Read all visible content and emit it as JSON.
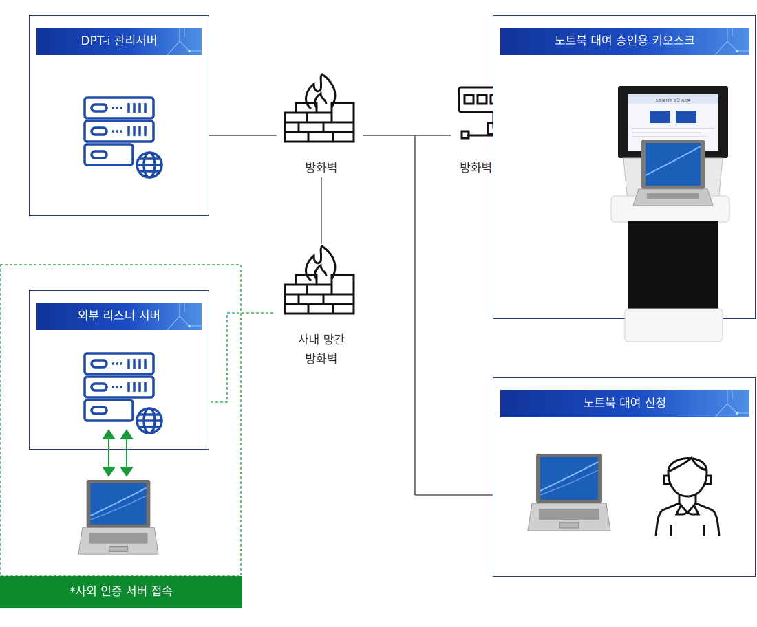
{
  "panels": {
    "management_server": {
      "title": "DPT-i 관리서버"
    },
    "kiosk": {
      "title": "노트북 대여 승인용 키오스크"
    },
    "listener_server": {
      "title": "외부 리스너 서버"
    },
    "application": {
      "title": "노트북 대여 신청"
    }
  },
  "nodes": {
    "firewall": {
      "label": "방화벽"
    },
    "nat_firewall": {
      "label": "방화벽(NAT)"
    },
    "internal_firewall": {
      "label_line1": "사내 망간",
      "label_line2": "방화벽"
    }
  },
  "external_zone": {
    "footer": "*사외 인증 서버 접속"
  },
  "kiosk_screen": {
    "title": "노트북 대여 발급 시스템"
  },
  "colors": {
    "banner": "#1b4cc4",
    "panel_border": "#1f3a7a",
    "icon": "#1e4aa8",
    "green": "#0e8a2e",
    "line": "#555555"
  },
  "icons": [
    "server-globe-icon",
    "firewall-icon",
    "network-switch-icon",
    "laptop-icon",
    "person-icon",
    "kiosk-icon",
    "bidirectional-arrow-icon"
  ]
}
